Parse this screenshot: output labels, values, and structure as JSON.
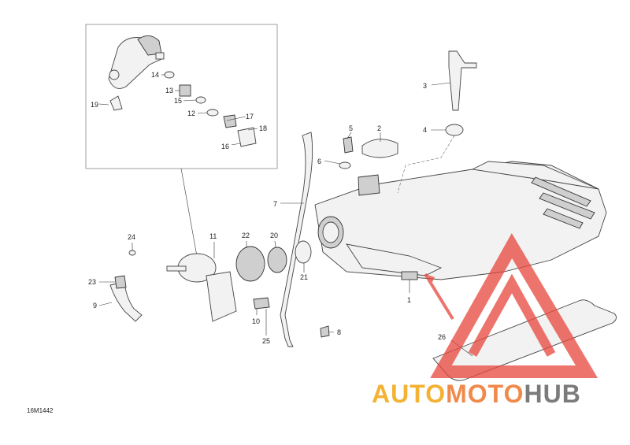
{
  "diagram": {
    "code": "16M1442",
    "callouts": [
      "1",
      "2",
      "3",
      "4",
      "5",
      "6",
      "7",
      "8",
      "9",
      "10",
      "11",
      "12",
      "13",
      "14",
      "15",
      "16",
      "17",
      "18",
      "19",
      "20",
      "21",
      "22",
      "23",
      "24",
      "25",
      "26"
    ]
  },
  "watermark": {
    "part1": "AUTO",
    "part2": "MOTO",
    "part3": "HUB",
    "colors": {
      "auto": "#f3b234",
      "moto": "#f08a4b",
      "hub": "#7b7b7b",
      "triangle": "#e8463c"
    }
  }
}
